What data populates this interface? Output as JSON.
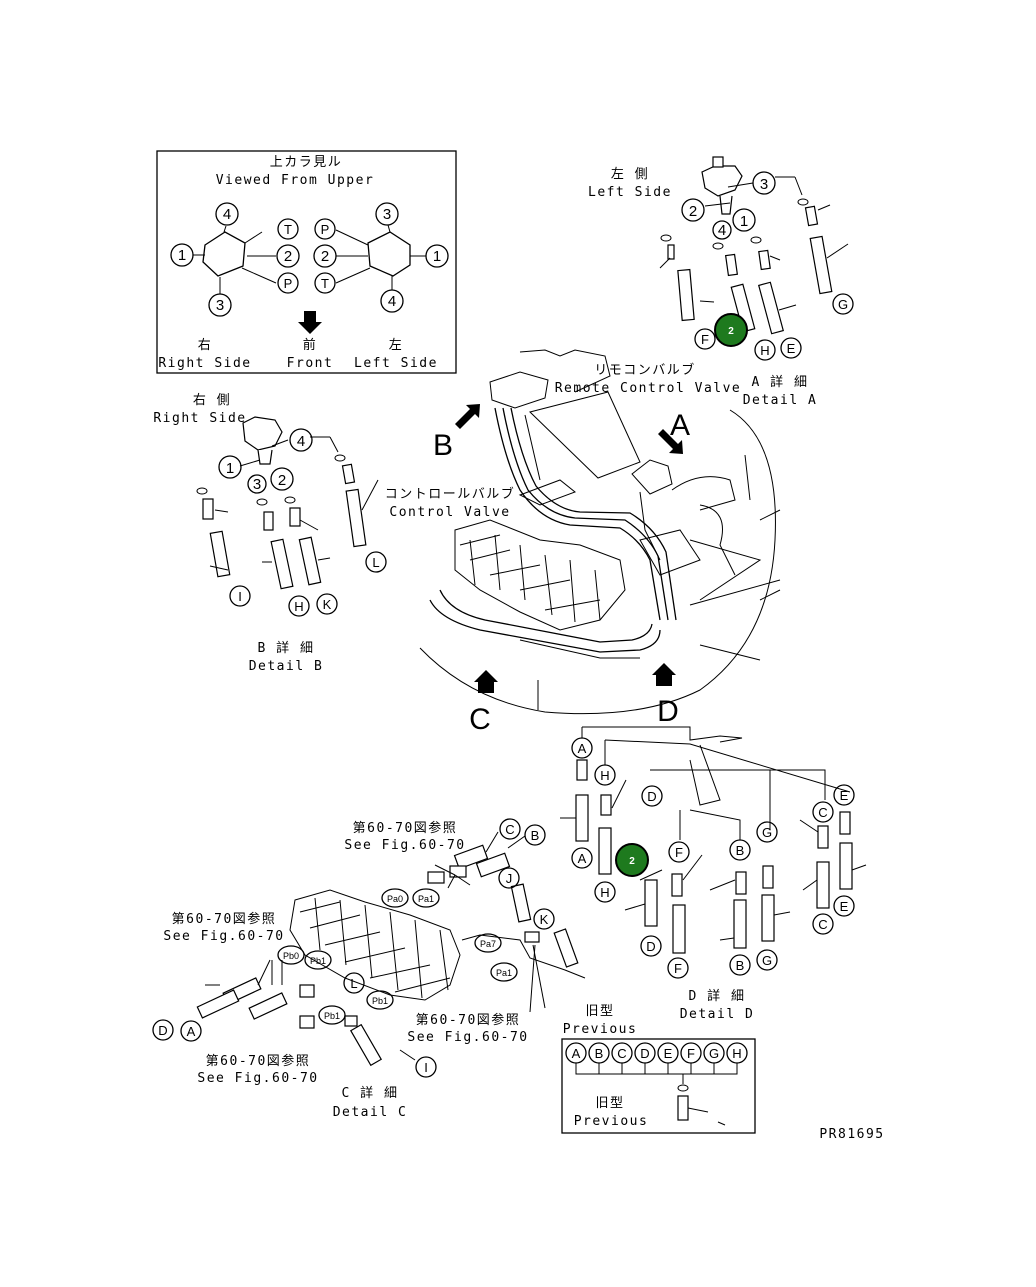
{
  "inset": {
    "title_jp": "上カラ見ル",
    "title_en": "Viewed From Upper",
    "left_ports": [
      "4",
      "T",
      "1",
      "2",
      "3",
      "P"
    ],
    "right_ports": [
      "3",
      "P",
      "2",
      "1",
      "T",
      "4"
    ],
    "right_jp": "右",
    "right_en": "Right Side",
    "front_jp": "前",
    "front_en": "Front",
    "left_jp": "左",
    "left_en": "Left Side"
  },
  "left_side": {
    "jp": "左 側",
    "en": "Left Side",
    "numbers": [
      "3",
      "2",
      "1",
      "4"
    ],
    "letters": [
      "G",
      "F",
      "H",
      "E"
    ],
    "detail_jp": "A 詳 細",
    "detail_en": "Detail A"
  },
  "right_side": {
    "jp": "右 側",
    "en": "Right Side",
    "numbers": [
      "4",
      "1",
      "2",
      "3"
    ],
    "letters": [
      "L",
      "I",
      "H",
      "K"
    ],
    "detail_jp": "B 詳 細",
    "detail_en": "Detail B"
  },
  "main": {
    "remote_jp": "リモコンバルブ",
    "remote_en": "Remote Control Valve",
    "control_jp": "コントロールバルブ",
    "control_en": "Control Valve",
    "view_a": "A",
    "view_b": "B",
    "view_c": "C",
    "view_d": "D"
  },
  "detail_d": {
    "top_letters": [
      "A",
      "H",
      "D",
      "C",
      "E"
    ],
    "mid_letters": [
      "F",
      "B",
      "G"
    ],
    "bottom_letters": [
      "A",
      "H",
      "D",
      "F",
      "B",
      "G",
      "C",
      "E"
    ],
    "detail_jp": "D 詳 細",
    "detail_en": "Detail D"
  },
  "detail_c": {
    "see_fig_jp": "第60-70図参照",
    "see_fig_en": "See Fig.60-70",
    "ports": [
      "Pa0",
      "Pa1",
      "Pb0",
      "Pb1",
      "Pa7",
      "Pa1",
      "Pb1",
      "Pb1"
    ],
    "letters": [
      "C",
      "B",
      "J",
      "K",
      "L",
      "D",
      "A",
      "I"
    ],
    "detail_jp": "C 詳 細",
    "detail_en": "Detail C"
  },
  "previous": {
    "jp": "旧型",
    "en": "Previous",
    "letters": [
      "A",
      "B",
      "C",
      "D",
      "E",
      "F",
      "G",
      "H"
    ]
  },
  "hotspots": [
    {
      "label": "2",
      "color": "#1e7a1e"
    },
    {
      "label": "2",
      "color": "#1e7a1e"
    }
  ],
  "drawing_no": "PR81695"
}
